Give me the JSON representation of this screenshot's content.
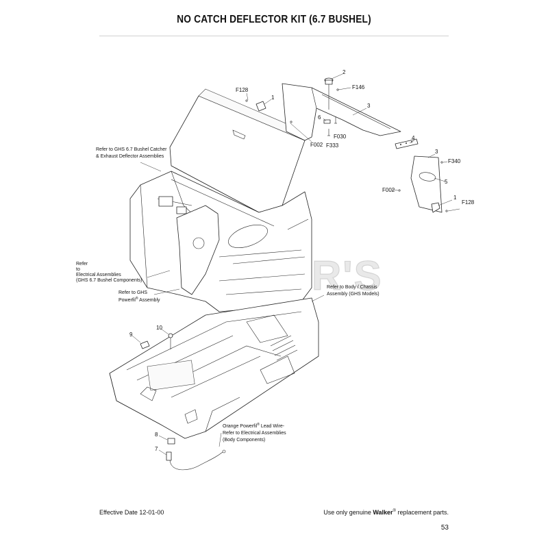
{
  "page": {
    "title": "NO CATCH DEFLECTOR KIT (6.7 BUSHEL)",
    "watermark": "CUTLER'S",
    "footer_left": "Effective Date 12-01-00",
    "footer_right_prefix": "Use only genuine ",
    "footer_right_brand": "Walker",
    "footer_right_reg": "®",
    "footer_right_suffix": " replacement parts.",
    "page_number": "53"
  },
  "callouts": {
    "n1a": "1",
    "n1b": "1",
    "n2": "2",
    "n3a": "3",
    "n3b": "3",
    "n4": "4",
    "n5": "5",
    "n6": "6",
    "n7": "7",
    "n8": "8",
    "n9": "9",
    "n10": "10",
    "f128a": "F128",
    "f128b": "F128",
    "f146": "F146",
    "f002a": "F002",
    "f002b": "F002",
    "f030": "F030",
    "f333": "F333",
    "f340": "F340"
  },
  "notes": {
    "bushel_catcher_1": "Refer to GHS 6.7 Bushel Catcher",
    "bushel_catcher_2": "& Exhaust Deflector Assemblies",
    "electrical_1": "Refer",
    "electrical_2": "to",
    "electrical_3": "Electrical Assemblies",
    "electrical_4": "(GHS 6.7 Bushel Components)",
    "powerfil_1": "Refer to GHS",
    "powerfil_2": "Powerfil",
    "powerfil_reg": "®",
    "powerfil_3": " Assembly",
    "body_1": "Refer to Body / Chassis",
    "body_2": "Assembly (GHS Models)",
    "lead_1": "Orange Powerfil",
    "lead_reg": "®",
    "lead_1b": " Lead Wire-",
    "lead_2": "Refer to Electrical Assemblies",
    "lead_3": "(Body Components)"
  }
}
